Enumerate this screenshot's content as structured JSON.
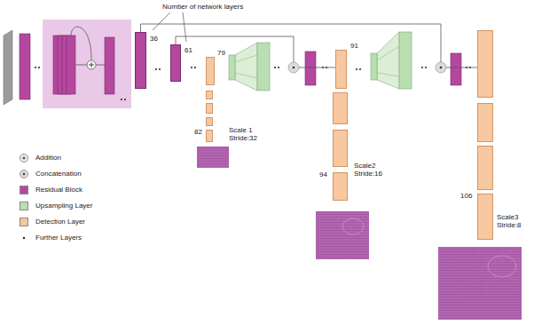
{
  "diagram": {
    "nodes": [
      {
        "text": [
          "36"
        ]
      },
      {
        "text": [
          "61"
        ]
      },
      {
        "text": [
          "79"
        ]
      },
      {
        "text": [
          "82",
          "Scale 1 Stride:32"
        ]
      },
      {
        "text": [
          "91"
        ]
      },
      {
        "text": [
          "94",
          "Scale2 Stride:16"
        ]
      },
      {
        "text": [
          "106",
          "Scale3 Stride:8"
        ]
      }
    ],
    "edges": [
      {
        "from": 1,
        "to": 4,
        "arrow": "none"
      },
      {
        "from": 0,
        "to": 6,
        "arrow": "none"
      }
    ],
    "labels": [
      "Number of network layers"
    ],
    "legend": [
      {
        "text": "Addition"
      },
      {
        "text": "Concatenation"
      },
      {
        "text": "Residual Block",
        "color": "#b5479f"
      },
      {
        "text": "Upsampling Layer",
        "color": "#b9deb2"
      },
      {
        "text": "Detection Layer",
        "color": "#f7c7a0"
      },
      {
        "text": "Further Layers"
      }
    ]
  }
}
